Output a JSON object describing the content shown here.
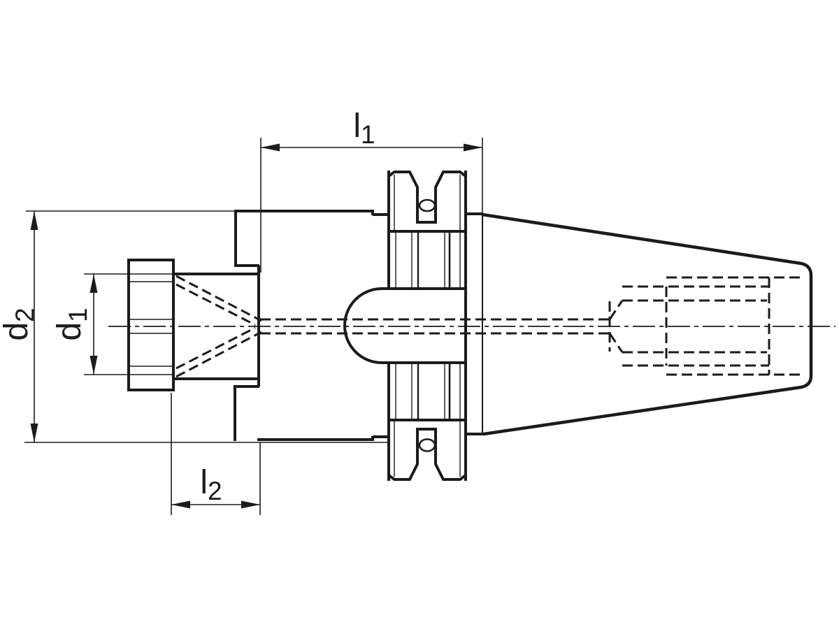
{
  "drawing": {
    "kind": "technical-drawing-tool-holder-side-view",
    "background_color": "#ffffff",
    "line_color": "#1b1b1b",
    "dimensions": {
      "l1": {
        "base": "l",
        "sub": "1"
      },
      "d2": {
        "base": "d",
        "sub": "2"
      },
      "d1": {
        "base": "d",
        "sub": "1"
      },
      "l2": {
        "base": "l",
        "sub": "2"
      }
    }
  }
}
